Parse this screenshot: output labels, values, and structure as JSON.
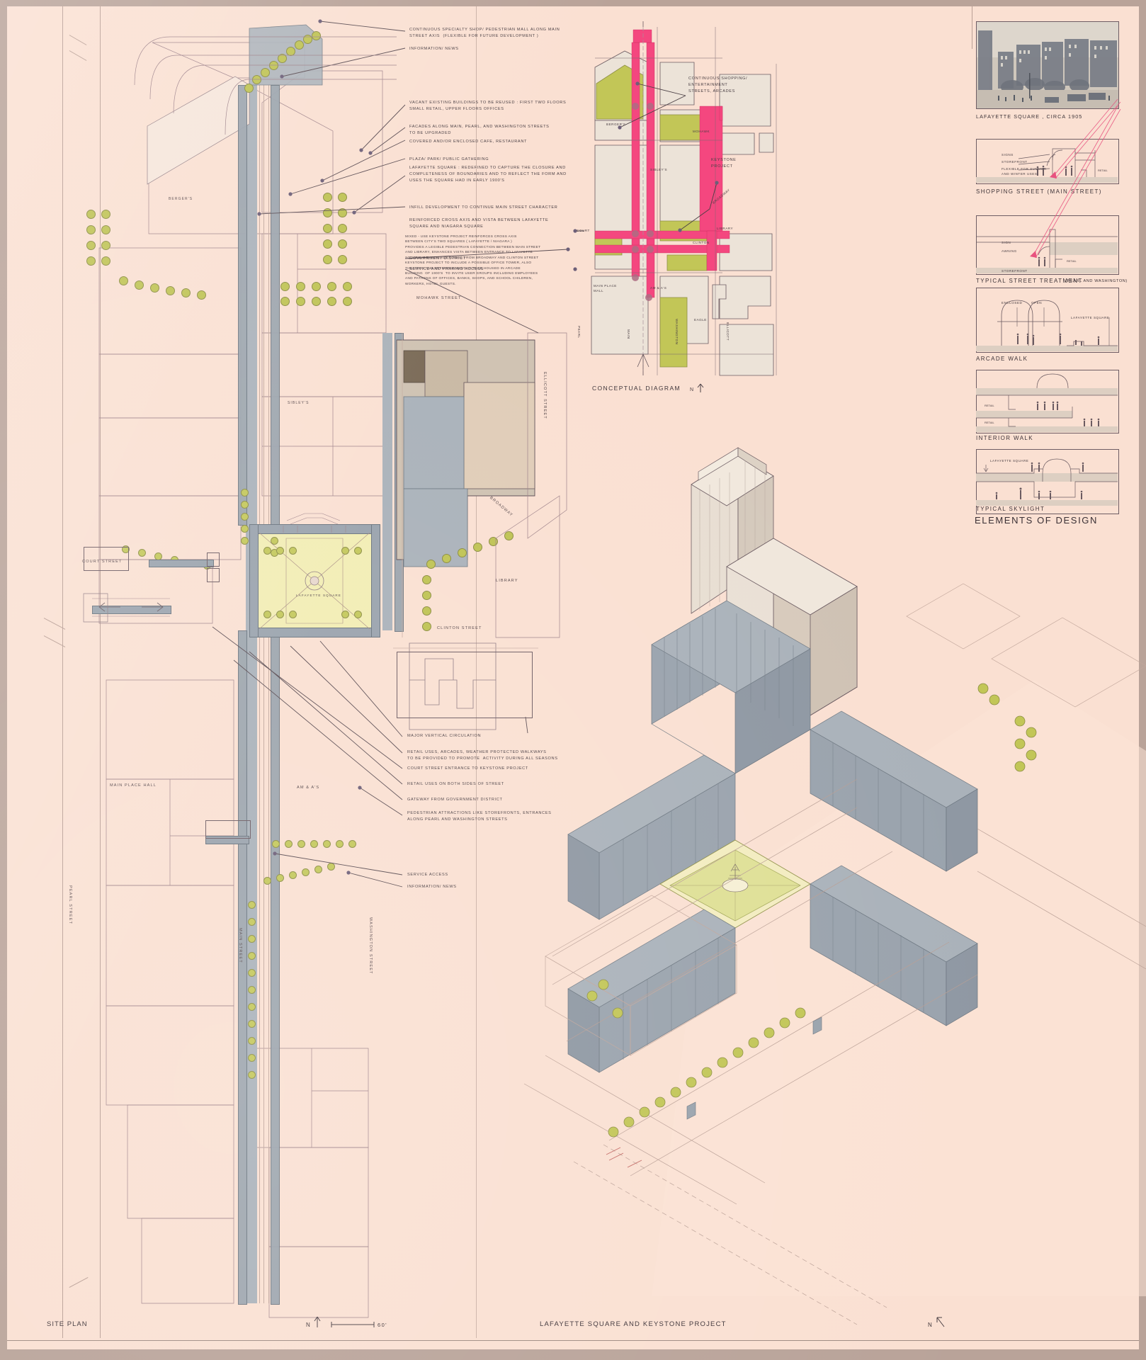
{
  "board": {
    "title": "LAFAYETTE SQUARE AND KEYSTONE PROJECT",
    "site_plan_label": "SITE PLAN",
    "scale_value": "60'",
    "north_label": "N",
    "bg_color": "#fae0d2",
    "accent_magenta": "#f4477f",
    "accent_green": "#c2c657",
    "accent_gray": "#9aa3ad"
  },
  "annotations_top": [
    "CONTINUOUS SPECIALTY SHOP/ PEDESTRIAN MALL ALONG MAIN\nSTREET AXIS  (FLEXIBLE FOR FUTURE DEVELOPMENT )",
    "INFORMATION/ NEWS",
    "VACANT EXISTING BUILDINGS TO BE REUSED : FIRST TWO FLOORS\nSMALL RETAIL, UPPER FLOORS OFFICES",
    "FACADES ALONG MAIN, PEARL, AND WASHINGTON STREETS\nTO BE UPGRADED",
    "COVERED AND/OR ENCLOSED CAFE, RESTAURANT",
    "PLAZA/ PARK/ PUBLIC GATHERING",
    "LAFAYETTE SQUARE : REDEFINED TO CAPTURE THE CLOSURE AND\nCOMPLETENESS OF BOUNDARIES AND TO REFLECT THE FORM AND\nUSES THE SQUARE HAD IN EARLY 1900'S",
    "INFILL DEVELOPMENT TO CONTINUE MAIN STREET CHARACTER",
    "REINFORCED CROSS AXIS AND VISTA BETWEEN LAFAYETTE\nSQUARE AND NIAGARA SQUARE"
  ],
  "annotation_paragraph": "MIXED - USE KEYSTONE PROJECT REINFORCES CROSS AXIS\nBETWEEN CITY'S TWO SQUARES ( LAFAYETTE / NIAGARA )\nPROVIDES A LEGIBLE PEDESTRIAN CONNECTION BETWEEN MAIN STREET\nAND LIBRARY, ENHANCES VISTA BETWEEN ENTRANCE TO LAFAYETTE\nSQUARE AND VANTAGE POINTS FROM BROADWAY AND CLINTON STREET\nKEYSTONE PROJECT TO INCLUDE A POSSIBLE OFFICE TOWER, ALSO\nTHEATERS AND ENTERTAINMENT AS PACE HOUSED IN ARCADE\nBUILDING  OF 1900'S  TO INVITE USER GROUPS INCLUDING EMPLOYEES\nAND PATRONS OF OFFICES, BANKS, SHOPS, AND SCHOOL CHILDREN,\nWORKERS, HOTEL GUESTS.",
  "annotations_mid": [
    "GOVERNMENT DISTRICT",
    "SERVICE AND PARKING ACCESS"
  ],
  "annotations_bottom": [
    "MAJOR VERTICAL CIRCULATION",
    "RETAIL USES, ARCADES, WEATHER PROTECTED WALKWAYS\nTO BE PROVIDED TO PROMOTE  ACTIVITY DURING ALL SEASONS",
    "COURT STREET ENTRANCE TO KEYSTONE PROJECT",
    "RETAIL USES ON BOTH SIDES OF STREET",
    "GATEWAY FROM GOVERNMENT DISTRICT",
    "PEDESTRIAN ATTRACTIONS LIKE STOREFRONTS, ENTRANCES\nALONG PEARL AND WASHINGTON STREETS",
    "SERVICE ACCESS",
    "INFORMATION/ NEWS"
  ],
  "site_plan": {
    "labels": [
      {
        "text": "BERGER'S"
      },
      {
        "text": "SIBLEY'S"
      },
      {
        "text": "MOHAWK STREET"
      },
      {
        "text": "ELLICOTT STREET"
      },
      {
        "text": "BROADWAY"
      },
      {
        "text": "LIBRARY"
      },
      {
        "text": "CLINTON STREET"
      },
      {
        "text": "COURT STREET"
      },
      {
        "text": "LAFAYETTE\nSQUARE"
      },
      {
        "text": "MAIN PLACE HALL"
      },
      {
        "text": "AM & A'S"
      },
      {
        "text": "PEARL STREET"
      },
      {
        "text": "MAIN STREET"
      },
      {
        "text": "WASHINGTON STREET"
      }
    ]
  },
  "conceptual_diagram": {
    "title": "CONCEPTUAL DIAGRAM",
    "north_label": "N",
    "callouts": [
      "CONTINUOUS SHOPPING/\nENTERTAINMENT\nSTREETS, ARCADES",
      "KEYSTONE\nPROJECT"
    ],
    "block_labels": [
      "BERGER'S",
      "MOHAWK",
      "SIBLEY'S",
      "BROADWAY",
      "CLINTON",
      "LIBRARY",
      "COURT",
      "MAIN PLACE\nMALL",
      "AM & A'S",
      "EAGLE",
      "PEARL",
      "MAIN",
      "WASHINGTON",
      "ELLICOTT"
    ]
  },
  "elements_of_design": {
    "heading": "ELEMENTS OF DESIGN",
    "photo_caption": "LAFAYETTE SQUARE , CIRCA 1905",
    "sections": [
      {
        "title": "SHOPPING STREET (MAIN STREET)",
        "subtitle": "",
        "labels": [
          "SIGNS",
          "STOREFRONT",
          "FLEXIBLE FOR SUMMER\nAND WINTER USES",
          "RETAIL"
        ]
      },
      {
        "title": "TYPICAL STREET TREATMENT",
        "subtitle": "(PEARL AND WASHINGTON)",
        "labels": [
          "SIGN",
          "AWNING",
          "STOREFRONT",
          "RETAIL"
        ]
      },
      {
        "title": "ARCADE WALK",
        "subtitle": "",
        "labels": [
          "ENCLOSED",
          "OPEN",
          "LAFAYETTE SQUARE"
        ]
      },
      {
        "title": "INTERIOR WALK",
        "subtitle": "",
        "labels": [
          "RETAIL",
          "RETAIL"
        ]
      },
      {
        "title": "TYPICAL SKYLIGHT",
        "subtitle": "",
        "labels": [
          "LAFAYETTE SQUARE"
        ]
      }
    ]
  }
}
